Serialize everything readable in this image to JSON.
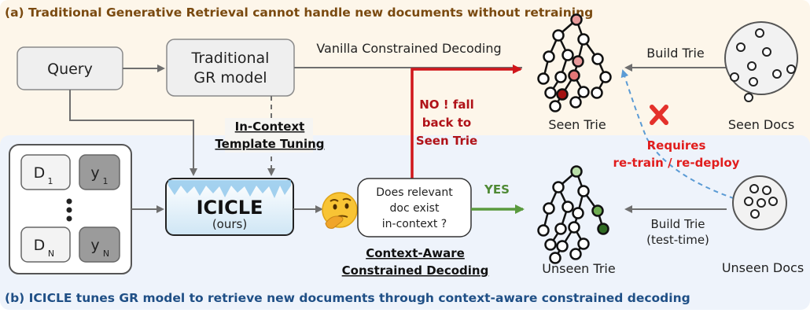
{
  "header_a": "(a) Traditional Generative Retrieval cannot handle new documents without retraining",
  "header_b": "(b) ICICLE tunes GR model to retrieve new documents through context-aware constrained decoding",
  "query": "Query",
  "gr_model": {
    "line1": "Traditional",
    "line2": "GR model"
  },
  "vanilla_decoding": "Vanilla Constrained Decoding",
  "seen_trie": "Seen Trie",
  "build_trie": "Build Trie",
  "seen_docs": "Seen Docs",
  "in_context_tuning": {
    "line1": "In-Context",
    "line2": "Template Tuning"
  },
  "no_fallback": {
    "line1": "NO ! fall",
    "line2": "back to",
    "line3": "Seen Trie"
  },
  "requires": {
    "line1": "Requires",
    "line2": "re-train / re-deploy"
  },
  "context_docs": {
    "d1": "D",
    "d1_sub": "1",
    "y1": "y",
    "y1_sub": "1",
    "dn": "D",
    "dn_sub": "N",
    "yn": "y",
    "yn_sub": "N"
  },
  "icicle": {
    "name": "ICICLE",
    "sub": "(ours)"
  },
  "question": {
    "line1": "Does relevant",
    "line2": "doc exist",
    "line3": "in-context ?"
  },
  "yes": "YES",
  "unseen_trie": "Unseen Trie",
  "build_trie_test": {
    "line1": "Build Trie",
    "line2": "(test-time)"
  },
  "unseen_docs": "Unseen Docs",
  "ca_decoding": {
    "line1": "Context-Aware",
    "line2": "Constrained Decoding"
  },
  "colors": {
    "top_bg": "#fdf6ea",
    "bottom_bg": "#eef3fb",
    "header_a": "#7a4a10",
    "header_b": "#1f4f86",
    "red": "#d0161b",
    "green": "#5a9a3e",
    "gray": "#777777"
  }
}
